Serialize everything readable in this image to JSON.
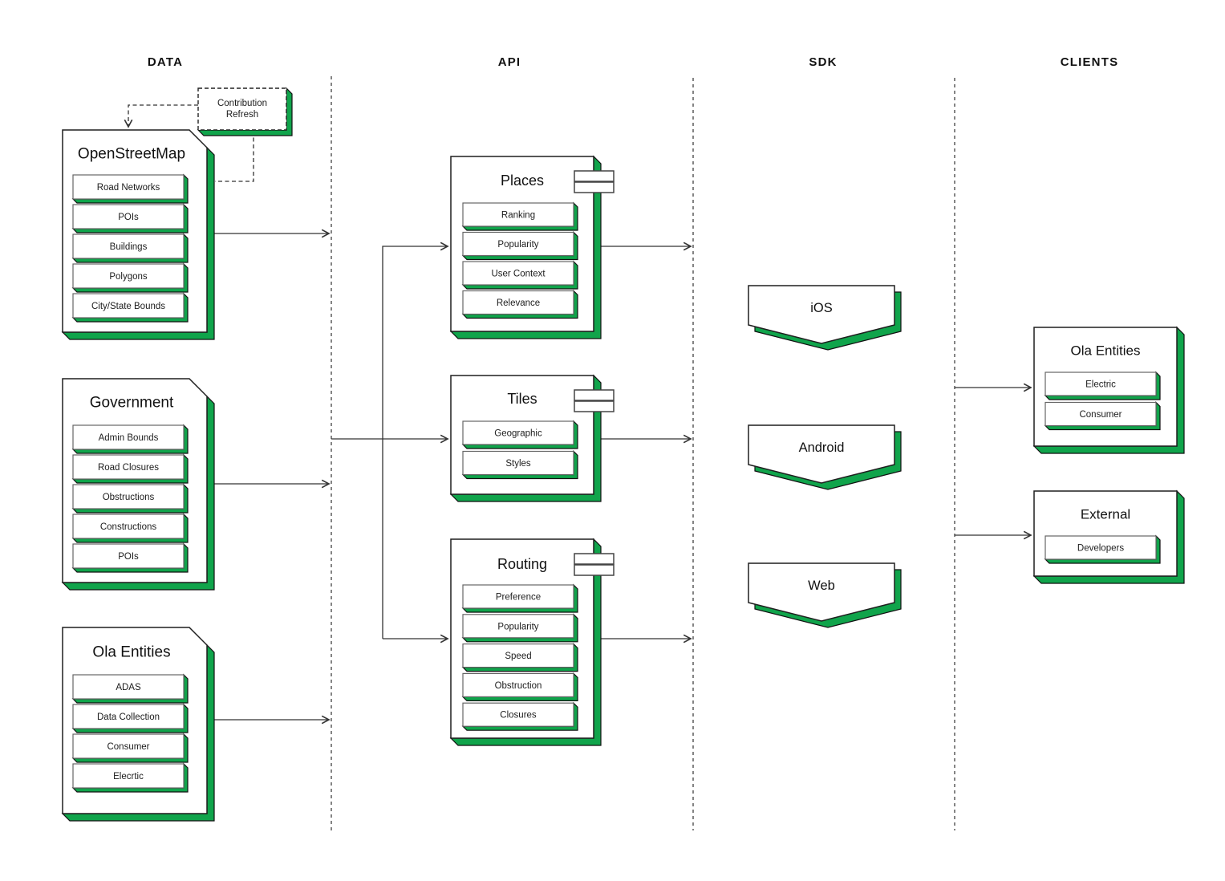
{
  "headers": {
    "data": "DATA",
    "api": "API",
    "sdk": "SDK",
    "clients": "CLIENTS"
  },
  "colors": {
    "accent": "#10a44b",
    "line": "#333333",
    "border": "#1f1f1f"
  },
  "data_column": {
    "contribution_refresh": {
      "line1": "Contribution",
      "line2": "Refresh"
    },
    "groups": [
      {
        "title": "OpenStreetMap",
        "items": [
          "Road Networks",
          "POIs",
          "Buildings",
          "Polygons",
          "City/State Bounds"
        ]
      },
      {
        "title": "Government",
        "items": [
          "Admin Bounds",
          "Road Closures",
          "Obstructions",
          "Constructions",
          "POIs"
        ]
      },
      {
        "title": "Ola Entities",
        "items": [
          "ADAS",
          "Data Collection",
          "Consumer",
          "Elecrtic"
        ]
      }
    ]
  },
  "api_column": {
    "groups": [
      {
        "title": "Places",
        "items": [
          "Ranking",
          "Popularity",
          "User Context",
          "Relevance"
        ]
      },
      {
        "title": "Tiles",
        "items": [
          "Geographic",
          "Styles"
        ]
      },
      {
        "title": "Routing",
        "items": [
          "Preference",
          "Popularity",
          "Speed",
          "Obstruction",
          "Closures"
        ]
      }
    ]
  },
  "sdk_column": {
    "platforms": [
      "iOS",
      "Android",
      "Web"
    ]
  },
  "clients_column": {
    "groups": [
      {
        "title": "Ola Entities",
        "items": [
          "Electric",
          "Consumer"
        ]
      },
      {
        "title": "External",
        "items": [
          "Developers"
        ]
      }
    ]
  }
}
